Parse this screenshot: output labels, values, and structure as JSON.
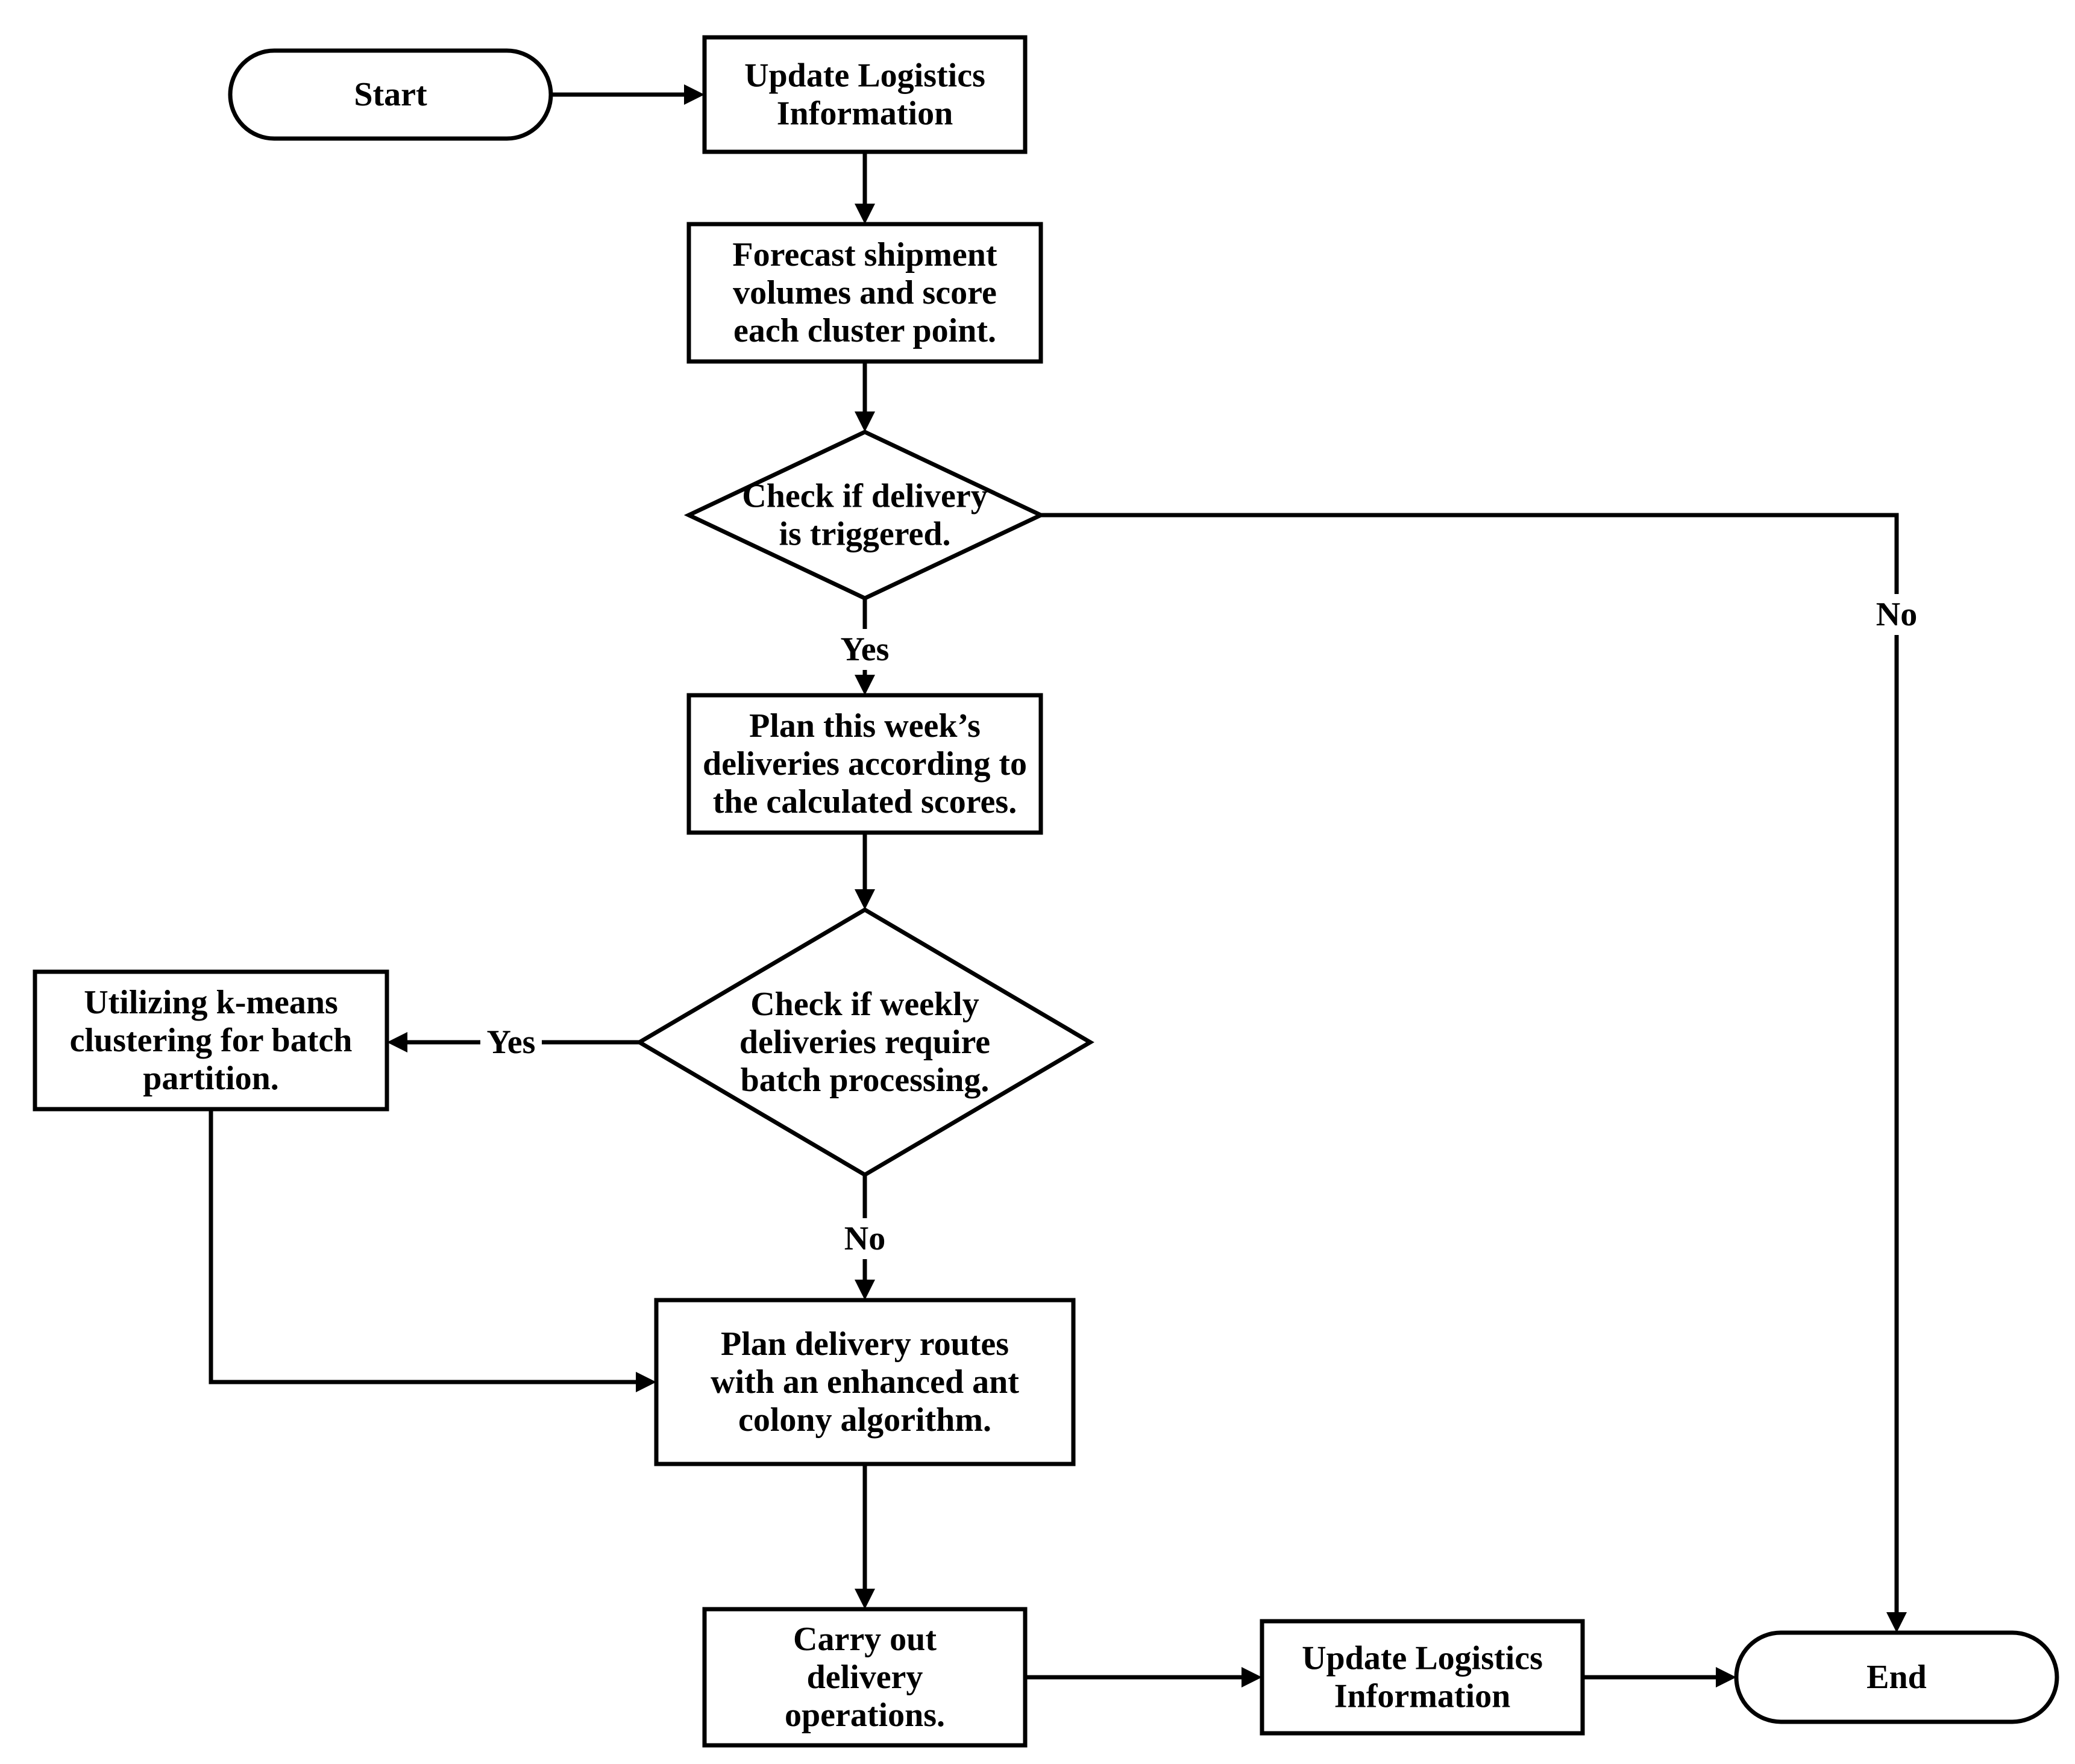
{
  "nodes": {
    "start": {
      "shape": "terminal",
      "lines": [
        "Start"
      ]
    },
    "update_info_1": {
      "shape": "process",
      "lines": [
        "Update Logistics",
        "Information"
      ]
    },
    "forecast": {
      "shape": "process",
      "lines": [
        "Forecast shipment",
        "volumes and score",
        "each cluster point."
      ]
    },
    "check_triggered": {
      "shape": "decision",
      "lines": [
        "Check if delivery",
        "is triggered."
      ]
    },
    "plan_week": {
      "shape": "process",
      "lines": [
        "Plan this week’s",
        "deliveries according to",
        "the calculated scores."
      ]
    },
    "check_batch": {
      "shape": "decision",
      "lines": [
        "Check if weekly",
        "deliveries require",
        "batch processing."
      ]
    },
    "kmeans": {
      "shape": "process",
      "lines": [
        "Utilizing k-means",
        "clustering for batch",
        "partition."
      ]
    },
    "ant_colony": {
      "shape": "process",
      "lines": [
        "Plan delivery routes",
        "with an enhanced ant",
        "colony algorithm."
      ]
    },
    "carry_out": {
      "shape": "process",
      "lines": [
        "Carry out",
        "delivery",
        "operations."
      ]
    },
    "update_info_2": {
      "shape": "process",
      "lines": [
        "Update Logistics",
        "Information"
      ]
    },
    "end": {
      "shape": "terminal",
      "lines": [
        "End"
      ]
    }
  },
  "edges": [
    {
      "id": "e1",
      "from": "start",
      "to": "update_info_1",
      "label": ""
    },
    {
      "id": "e2",
      "from": "update_info_1",
      "to": "forecast",
      "label": ""
    },
    {
      "id": "e3",
      "from": "forecast",
      "to": "check_triggered",
      "label": ""
    },
    {
      "id": "e4",
      "from": "check_triggered",
      "to": "plan_week",
      "label": "Yes"
    },
    {
      "id": "e5",
      "from": "check_triggered",
      "to": "end",
      "label": "No"
    },
    {
      "id": "e6",
      "from": "plan_week",
      "to": "check_batch",
      "label": ""
    },
    {
      "id": "e7",
      "from": "check_batch",
      "to": "kmeans",
      "label": "Yes"
    },
    {
      "id": "e8",
      "from": "check_batch",
      "to": "ant_colony",
      "label": "No"
    },
    {
      "id": "e9",
      "from": "kmeans",
      "to": "ant_colony",
      "label": ""
    },
    {
      "id": "e10",
      "from": "ant_colony",
      "to": "carry_out",
      "label": ""
    },
    {
      "id": "e11",
      "from": "carry_out",
      "to": "update_info_2",
      "label": ""
    },
    {
      "id": "e12",
      "from": "update_info_2",
      "to": "end",
      "label": ""
    }
  ]
}
